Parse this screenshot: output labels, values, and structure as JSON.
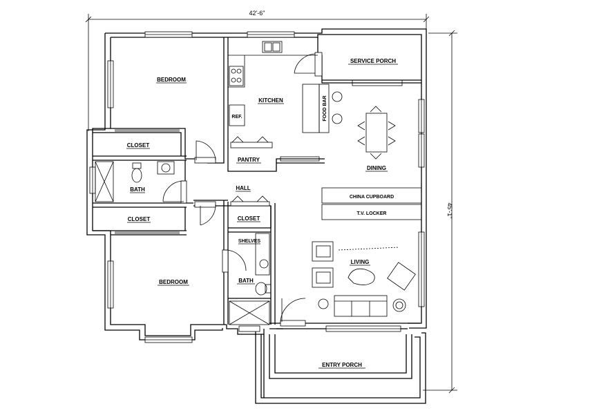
{
  "dimensions": {
    "width_label": "42'-6\"",
    "height_label": "45'-1\""
  },
  "rooms": {
    "bedroom_top": "BEDROOM",
    "bedroom_bottom": "BEDROOM",
    "kitchen": "KITCHEN",
    "service_porch": "SERVICE PORCH",
    "food_bar": "FOOD BAR",
    "ref": "REF.",
    "closet_top": "CLOSET",
    "closet_mid": "CLOSET",
    "closet_hall": "CLOSET",
    "bath_left": "BATH",
    "bath_right": "BATH",
    "pantry": "PANTRY",
    "hall": "HALL",
    "dining": "DINING",
    "china_cupboard": "CHINA CUPBOARD",
    "tv_locker": "T.V. LOCKER",
    "shelves": "SHELVES",
    "living": "LIVING",
    "entry_porch": "ENTRY PORCH"
  }
}
